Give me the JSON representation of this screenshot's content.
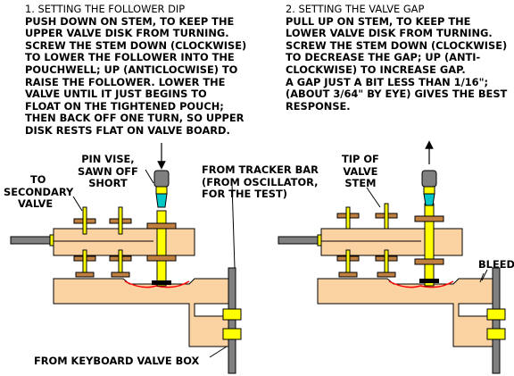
{
  "left": {
    "heading": "1. SETTING THE FOLLOWER DIP",
    "lines": [
      "PUSH DOWN ON STEM, TO KEEP THE",
      "UPPER VALVE DISK FROM TURNING.",
      "SCREW THE STEM DOWN (CLOCKWISE)",
      "TO LOWER THE FOLLOWER INTO THE",
      "POUCHWELL; UP (ANTICLOCWISE) TO",
      "RAISE THE FOLLOWER. LOWER THE",
      "VALVE UNTIL IT JUST BEGINS TO",
      "FLOAT ON THE TIGHTENED POUCH;",
      "THEN BACK OFF ONE TURN, SO UPPER",
      "DISK RESTS FLAT ON VALVE BOARD."
    ],
    "labels": {
      "pin_vise": [
        "PIN VISE,",
        "SAWN OFF",
        "SHORT"
      ],
      "secondary": [
        "TO",
        "SECONDARY",
        "VALVE"
      ],
      "tracker": [
        "FROM TRACKER BAR",
        "(FROM OSCILLATOR,",
        "FOR THE TEST)"
      ],
      "keyboard": "FROM KEYBOARD VALVE BOX"
    }
  },
  "right": {
    "heading": "2. SETTING THE VALVE GAP",
    "lines": [
      "PULL UP ON STEM, TO KEEP THE",
      "LOWER VALVE DISK FROM TURNING.",
      "SCREW THE STEM DOWN (CLOCKWISE)",
      "TO DECREASE THE GAP; UP (ANTI-",
      "CLOCKWISE) TO INCREASE GAP.",
      "A GAP JUST A BIT LESS THAN 1/16\";",
      "(ABOUT 3/64\" BY EYE) GIVES THE BEST",
      "RESPONSE."
    ],
    "labels": {
      "tip": [
        "TIP OF",
        "VALVE",
        "STEM"
      ],
      "bleed": "BLEED"
    }
  },
  "colors": {
    "wood": "#fbd3a3",
    "yellow": "#ffff00",
    "cyan": "#00c8c8",
    "tube": "#808080",
    "disk": "#c08040",
    "pouch": "#ff0000",
    "outline": "#000000"
  }
}
